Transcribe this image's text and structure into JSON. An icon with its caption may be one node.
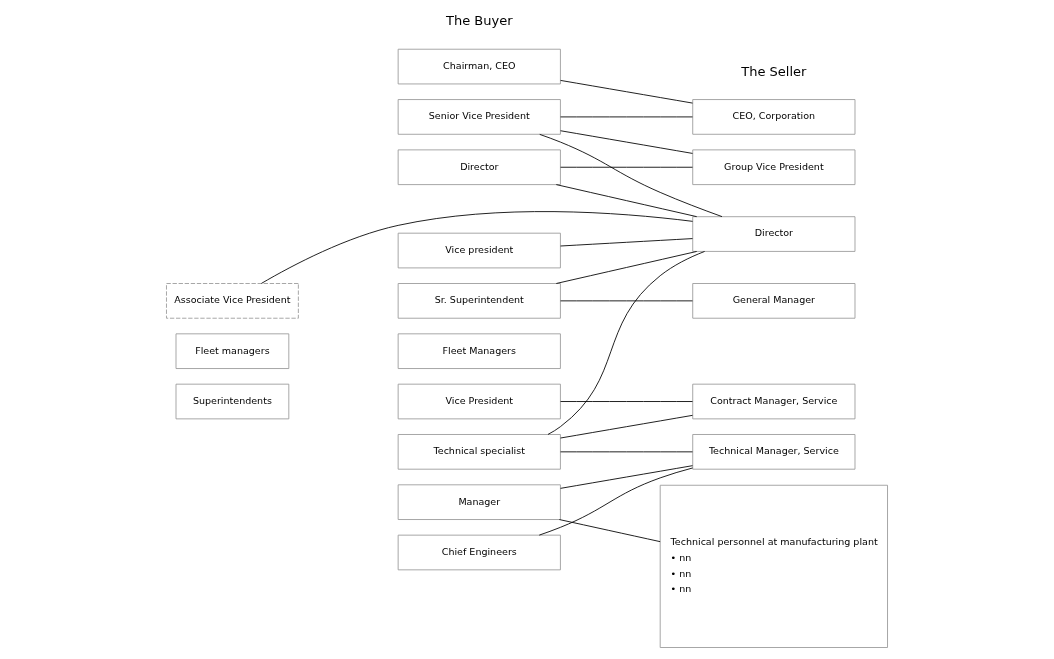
{
  "diagram": {
    "nodes": [
      {
        "text": [
          "Chairman, CEO"
        ]
      },
      {
        "text": [
          "Senior Vice President"
        ]
      },
      {
        "text": [
          "Director"
        ]
      },
      {
        "text": [
          "Vice president"
        ]
      },
      {
        "text": [
          "Associate Vice President"
        ]
      },
      {
        "text": [
          "Sr. Superintendent"
        ]
      },
      {
        "text": [
          "Fleet managers"
        ]
      },
      {
        "text": [
          "Fleet Managers"
        ]
      },
      {
        "text": [
          "Superintendents"
        ]
      },
      {
        "text": [
          "Vice President"
        ]
      },
      {
        "text": [
          "Technical specialist"
        ]
      },
      {
        "text": [
          "Manager"
        ]
      },
      {
        "text": [
          "Chief Engineers"
        ]
      },
      {
        "text": [
          "CEO, Corporation"
        ]
      },
      {
        "text": [
          "Group Vice President"
        ]
      },
      {
        "text": [
          "Director"
        ]
      },
      {
        "text": [
          "General Manager"
        ]
      },
      {
        "text": [
          "Contract Manager, Service"
        ]
      },
      {
        "text": [
          "Technical Manager, Service"
        ]
      },
      {
        "text": [
          "Technical personnel at manufacturing plant",
          "• nn",
          "• nn",
          "• nn"
        ]
      }
    ],
    "edges": [
      {
        "from": 0,
        "to": 13,
        "arrow": "none"
      },
      {
        "from": 1,
        "to": 13,
        "arrow": "none"
      },
      {
        "from": 1,
        "to": 14,
        "arrow": "none"
      },
      {
        "from": 1,
        "to": 15,
        "arrow": "none"
      },
      {
        "from": 2,
        "to": 14,
        "arrow": "none"
      },
      {
        "from": 2,
        "to": 15,
        "arrow": "none"
      },
      {
        "from": 4,
        "to": 15,
        "arrow": "none"
      },
      {
        "from": 3,
        "to": 15,
        "arrow": "none"
      },
      {
        "from": 5,
        "to": 15,
        "arrow": "none"
      },
      {
        "from": 5,
        "to": 16,
        "arrow": "none"
      },
      {
        "from": 9,
        "to": 17,
        "arrow": "none"
      },
      {
        "from": 10,
        "to": 15,
        "arrow": "none"
      },
      {
        "from": 10,
        "to": 17,
        "arrow": "none"
      },
      {
        "from": 10,
        "to": 18,
        "arrow": "none"
      },
      {
        "from": 11,
        "to": 18,
        "arrow": "none"
      },
      {
        "from": 11,
        "to": 19,
        "arrow": "none"
      },
      {
        "from": 12,
        "to": 18,
        "arrow": "none"
      }
    ],
    "labels": [
      "The Buyer",
      "The Seller"
    ]
  }
}
